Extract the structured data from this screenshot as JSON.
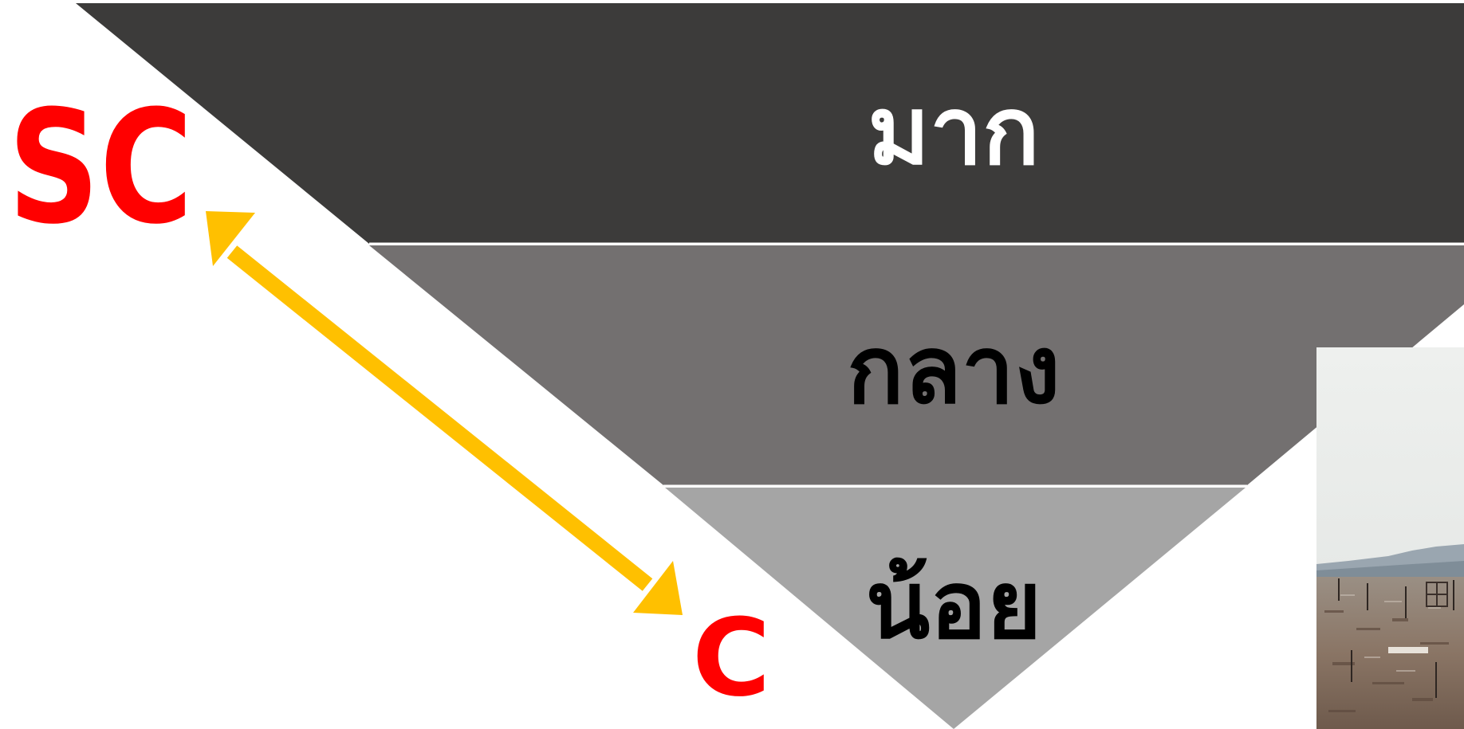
{
  "diagram": {
    "tiers": [
      {
        "label": "มาก",
        "fill": "#3c3b3a",
        "text_color": "#ffffff"
      },
      {
        "label": "กลาง",
        "fill": "#737070",
        "text_color": "#000000"
      },
      {
        "label": "น้อย",
        "fill": "#a5a5a5",
        "text_color": "#000000"
      }
    ],
    "arrow": {
      "start_label": "SC",
      "end_label": "C",
      "label_color": "#ff0000",
      "arrow_color": "#ffc000"
    }
  },
  "photo": {
    "icon": "landscape-photo"
  }
}
